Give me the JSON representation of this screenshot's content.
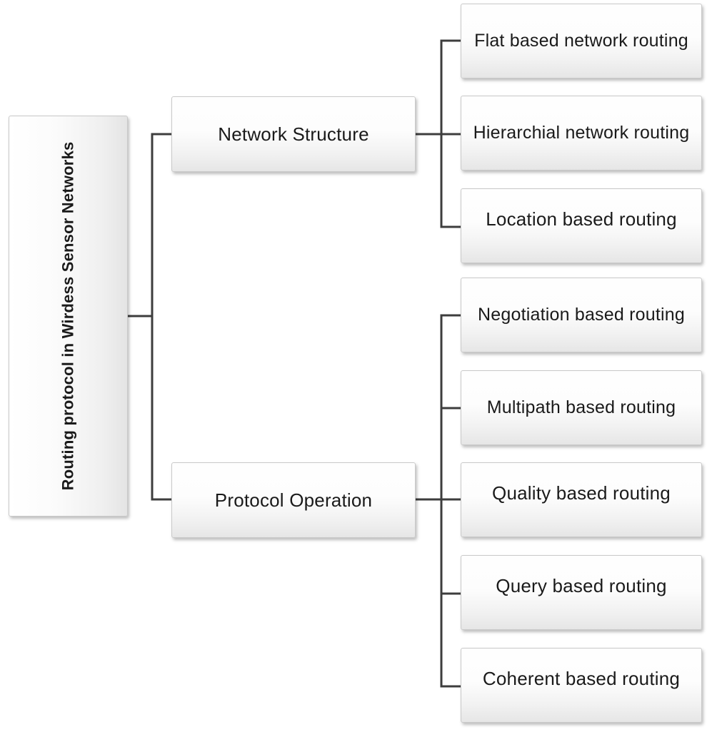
{
  "diagram": {
    "type": "tree",
    "orientation": "left-to-right",
    "root": {
      "label": "Routing protocol in Wirdess Sensor Networks",
      "text_orientation": "vertical-rotated-90ccw"
    },
    "branches": [
      {
        "label": "Network Structure",
        "children": [
          {
            "label": "Flat based network routing"
          },
          {
            "label": "Hierarchial  network routing"
          },
          {
            "label": "Location based routing"
          }
        ]
      },
      {
        "label": "Protocol Operation",
        "children": [
          {
            "label": "Negotiation based routing"
          },
          {
            "label": "Multipath based routing"
          },
          {
            "label": "Quality based routing"
          },
          {
            "label": "Query based routing"
          },
          {
            "label": "Coherent based routing"
          }
        ]
      }
    ]
  },
  "colors": {
    "connector": "#3d3d3d",
    "box_border": "#c9c9c9",
    "box_fill_top": "#fefefe",
    "box_fill_bottom": "#e6e6e6",
    "text": "#1a1a1a",
    "background": "#ffffff"
  }
}
